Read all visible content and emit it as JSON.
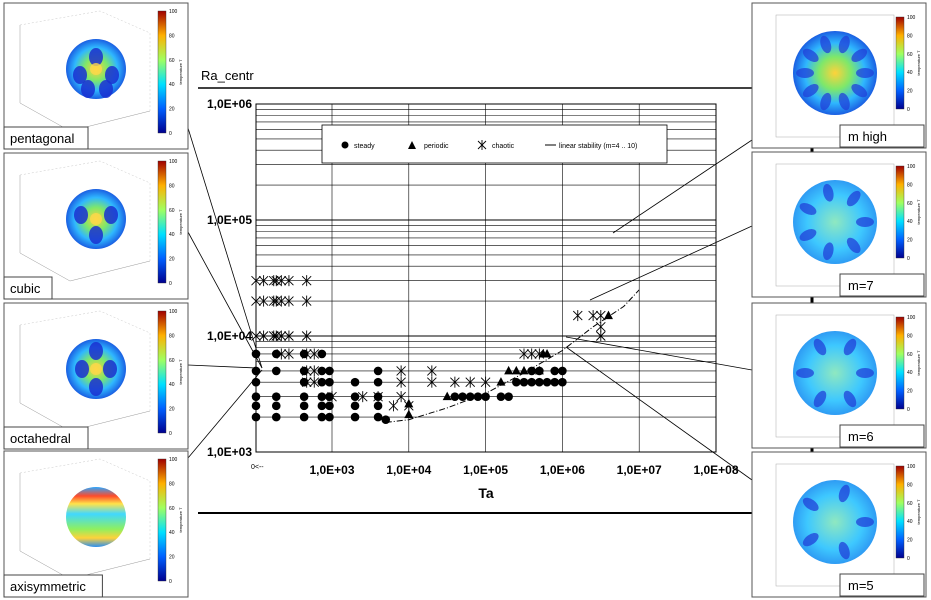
{
  "chart_data": {
    "type": "scatter",
    "title": "",
    "ylabel": "Ra_centr",
    "xlabel": "Ta",
    "x_scale": "log",
    "y_scale": "log",
    "xlim_exp": [
      0,
      8
    ],
    "ylim": [
      1000,
      1000000
    ],
    "x_origin_label": "0<--",
    "x_tick_labels": [
      "1,0E+03",
      "1,0E+04",
      "1,0E+05",
      "1,0E+06",
      "1,0E+07",
      "1,0E+08"
    ],
    "x_tick_exponents": [
      3,
      4,
      5,
      6,
      7,
      8
    ],
    "y_tick_labels": [
      "1,0E+03",
      "1,0E+04",
      "1,0E+05",
      "1,0E+06"
    ],
    "y_tick_values": [
      1000,
      10000,
      100000,
      1000000
    ],
    "legend": {
      "steady": "steady",
      "periodic": "periodic",
      "chaotic": "chaotic",
      "linear": "linear stability (m=4 .. 10)"
    },
    "series": [
      {
        "name": "steady",
        "marker": "circle",
        "points": [
          [
            0,
            2000
          ],
          [
            0,
            2500
          ],
          [
            0,
            3000
          ],
          [
            0,
            4000
          ],
          [
            0,
            5000
          ],
          [
            0,
            7000
          ],
          [
            0.8,
            2000
          ],
          [
            0.8,
            2500
          ],
          [
            0.8,
            3000
          ],
          [
            0.8,
            5000
          ],
          [
            0.8,
            7000
          ],
          [
            1.9,
            2000
          ],
          [
            1.9,
            2500
          ],
          [
            1.9,
            3000
          ],
          [
            1.9,
            4000
          ],
          [
            1.9,
            5000
          ],
          [
            1.9,
            7000
          ],
          [
            2.6,
            2000
          ],
          [
            2.6,
            2500
          ],
          [
            2.6,
            3000
          ],
          [
            2.6,
            4000
          ],
          [
            2.6,
            5000
          ],
          [
            2.6,
            7000
          ],
          [
            2.9,
            2000
          ],
          [
            2.9,
            2500
          ],
          [
            2.9,
            3000
          ],
          [
            2.9,
            4000
          ],
          [
            2.9,
            5000
          ],
          [
            3.3,
            2000
          ],
          [
            3.3,
            2500
          ],
          [
            3.3,
            3000
          ],
          [
            3.3,
            4000
          ],
          [
            3.6,
            2000
          ],
          [
            3.6,
            2500
          ],
          [
            3.6,
            3000
          ],
          [
            3.6,
            4000
          ],
          [
            3.6,
            5000
          ],
          [
            3.7,
            1900
          ],
          [
            4.6,
            3000
          ],
          [
            4.7,
            3000
          ],
          [
            4.8,
            3000
          ],
          [
            4.9,
            3000
          ],
          [
            5.0,
            3000
          ],
          [
            5.2,
            3000
          ],
          [
            5.3,
            3000
          ],
          [
            5.4,
            4000
          ],
          [
            5.5,
            4000
          ],
          [
            5.6,
            4000
          ],
          [
            5.7,
            4000
          ],
          [
            5.8,
            4000
          ],
          [
            5.9,
            4000
          ],
          [
            6.0,
            4000
          ],
          [
            5.6,
            5000
          ],
          [
            5.7,
            5000
          ],
          [
            5.9,
            5000
          ],
          [
            6.0,
            5000
          ]
        ]
      },
      {
        "name": "periodic",
        "marker": "triangle",
        "points": [
          [
            4.0,
            2100
          ],
          [
            4.0,
            2600
          ],
          [
            4.5,
            3000
          ],
          [
            5.2,
            4000
          ],
          [
            5.3,
            5000
          ],
          [
            5.4,
            5000
          ],
          [
            5.5,
            5000
          ],
          [
            5.7,
            5000
          ],
          [
            5.75,
            7000
          ],
          [
            5.8,
            7000
          ],
          [
            6.6,
            15000
          ]
        ]
      },
      {
        "name": "chaotic",
        "marker": "asterisk",
        "points": [
          [
            0,
            20000
          ],
          [
            0.3,
            20000
          ],
          [
            0.7,
            20000
          ],
          [
            0.8,
            20000
          ],
          [
            1.0,
            20000
          ],
          [
            1.3,
            20000
          ],
          [
            2.0,
            20000
          ],
          [
            0,
            10000
          ],
          [
            0.3,
            10000
          ],
          [
            0.7,
            10000
          ],
          [
            0.8,
            10000
          ],
          [
            1.0,
            10000
          ],
          [
            1.3,
            10000
          ],
          [
            2.0,
            10000
          ],
          [
            0,
            30000
          ],
          [
            0.3,
            30000
          ],
          [
            0.7,
            30000
          ],
          [
            0.8,
            30000
          ],
          [
            1.0,
            30000
          ],
          [
            1.3,
            30000
          ],
          [
            2.0,
            30000
          ],
          [
            1.0,
            7000
          ],
          [
            1.3,
            7000
          ],
          [
            2.0,
            7000
          ],
          [
            2.3,
            7000
          ],
          [
            2.0,
            5000
          ],
          [
            2.3,
            5000
          ],
          [
            2.0,
            4000
          ],
          [
            2.3,
            4000
          ],
          [
            3.0,
            3000
          ],
          [
            3.4,
            3000
          ],
          [
            3.6,
            3000
          ],
          [
            3.9,
            3000
          ],
          [
            3.8,
            2500
          ],
          [
            4.0,
            2500
          ],
          [
            3.9,
            4000
          ],
          [
            4.3,
            4000
          ],
          [
            3.9,
            5000
          ],
          [
            4.3,
            5000
          ],
          [
            4.6,
            4000
          ],
          [
            4.8,
            4000
          ],
          [
            5.0,
            4000
          ],
          [
            5.5,
            7000
          ],
          [
            5.6,
            7000
          ],
          [
            5.7,
            7000
          ],
          [
            6.2,
            15000
          ],
          [
            6.4,
            15000
          ],
          [
            6.5,
            15000
          ],
          [
            6.5,
            12000
          ],
          [
            6.5,
            10000
          ]
        ]
      },
      {
        "name": "linear stability (m=4 .. 10)",
        "marker": "dashdot-line",
        "points": [
          [
            3.7,
            1800
          ],
          [
            4.0,
            1900
          ],
          [
            4.5,
            2400
          ],
          [
            5.0,
            3200
          ],
          [
            5.5,
            4800
          ],
          [
            6.0,
            7500
          ],
          [
            6.4,
            12000
          ],
          [
            6.8,
            18000
          ],
          [
            7.0,
            25000
          ]
        ]
      }
    ]
  },
  "panels_left": [
    {
      "label": "pentagonal",
      "colorbar_ticks": [
        "100",
        "80",
        "60",
        "40",
        "20",
        "0"
      ],
      "colorbar_title": "temperature T"
    },
    {
      "label": "cubic",
      "colorbar_ticks": [
        "100",
        "80",
        "60",
        "40",
        "20",
        "0"
      ],
      "colorbar_title": "temperature T"
    },
    {
      "label": "octahedral",
      "colorbar_ticks": [
        "100",
        "80",
        "60",
        "40",
        "20",
        "0"
      ],
      "colorbar_title": "temperature T"
    },
    {
      "label": "axisymmetric",
      "colorbar_ticks": [
        "100",
        "80",
        "60",
        "40",
        "20",
        "0"
      ],
      "colorbar_title": "temperature T"
    }
  ],
  "panels_right": [
    {
      "label": "m high",
      "colorbar_ticks": [
        "100",
        "80",
        "60",
        "40",
        "20",
        "0"
      ],
      "colorbar_title": "temperature T"
    },
    {
      "label": "m=7",
      "colorbar_ticks": [
        "100",
        "80",
        "60",
        "40",
        "20",
        "0"
      ],
      "colorbar_title": "temperature T"
    },
    {
      "label": "m=6",
      "colorbar_ticks": [
        "100",
        "80",
        "60",
        "40",
        "20",
        "0"
      ],
      "colorbar_title": "temperature T"
    },
    {
      "label": "m=5",
      "colorbar_ticks": [
        "100",
        "80",
        "60",
        "40",
        "20",
        "0"
      ],
      "colorbar_title": "temperature T"
    }
  ],
  "colors": {
    "gridline": "#000000",
    "hot": "#d7191c",
    "cold": "#1a3cc8"
  }
}
